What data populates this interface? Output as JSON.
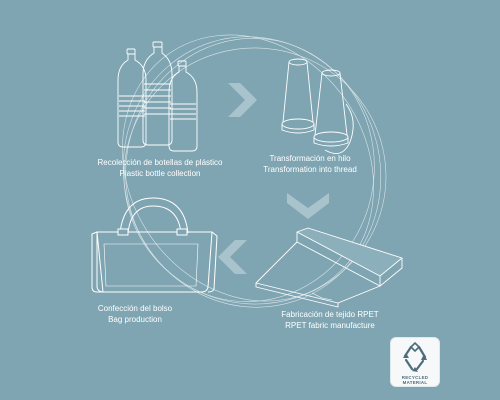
{
  "colors": {
    "background": "#7fa5b2",
    "line": "#ffffff",
    "arrow": "#a9c3cd",
    "badge_text": "#4e6d7a"
  },
  "steps": [
    {
      "icon": "plastic-bottles-icon",
      "label_es": "Recolección de botellas de plástico",
      "label_en": "Plastic bottle collection"
    },
    {
      "icon": "thread-spools-icon",
      "label_es": "Transformación en hilo",
      "label_en": "Transformation into thread"
    },
    {
      "icon": "fabric-sheet-icon",
      "label_es": "Fabricación de tejido RPET",
      "label_en": "RPET fabric manufacture"
    },
    {
      "icon": "bag-icon",
      "label_es": "Confección del bolso",
      "label_en": "Bag production"
    }
  ],
  "badge": {
    "icon": "recycle-icon",
    "line1": "RECYCLED",
    "line2": "MATERIAL"
  }
}
